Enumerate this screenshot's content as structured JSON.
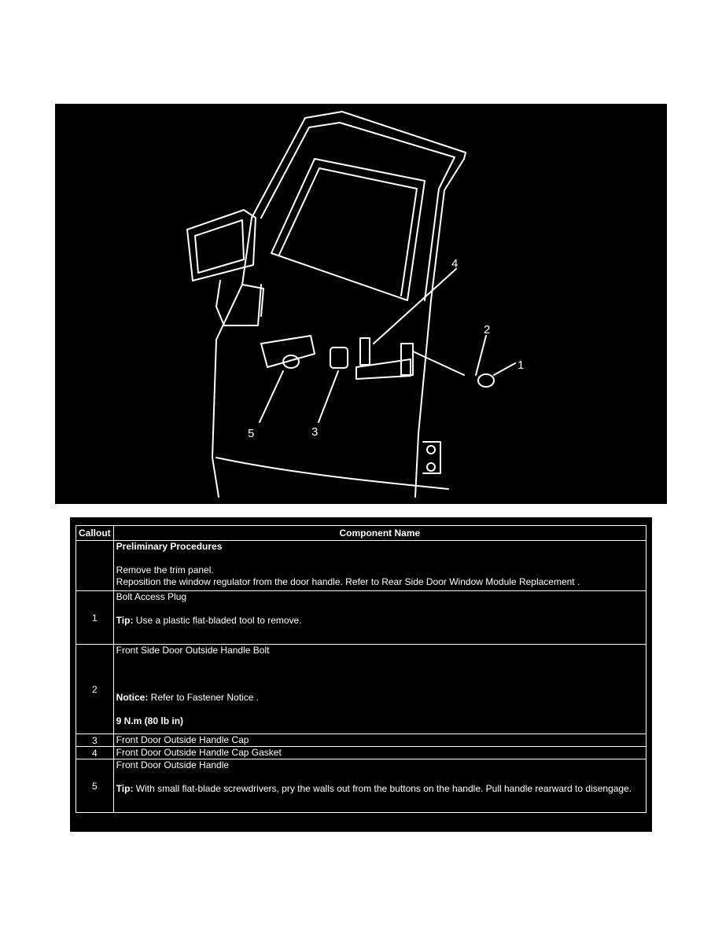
{
  "figure": {
    "callout_labels": [
      "1",
      "2",
      "3",
      "4",
      "5"
    ]
  },
  "table": {
    "headers": {
      "callout": "Callout",
      "component": "Component Name"
    },
    "preliminary": {
      "title": "Preliminary Procedures",
      "step1": "Remove the trim panel.",
      "step2": "Reposition the window regulator from the door handle. Refer to Rear Side Door Window Module Replacement ."
    },
    "rows": [
      {
        "callout": "1",
        "name": "Bolt Access Plug",
        "tip_label": "Tip:",
        "tip": " Use a plastic flat-bladed tool to remove."
      },
      {
        "callout": "2",
        "name": "Front Side Door Outside Handle Bolt",
        "notice_label": "Notice:",
        "notice": " Refer to Fastener Notice .",
        "torque": "9 N.m (80 lb in)"
      },
      {
        "callout": "3",
        "name": "Front Door Outside Handle Cap"
      },
      {
        "callout": "4",
        "name": "Front Door Outside Handle Cap Gasket"
      },
      {
        "callout": "5",
        "name": "Front Door Outside Handle",
        "tip_label": "Tip:",
        "tip": " With small flat-blade screwdrivers, pry the walls out from the buttons on the handle. Pull handle rearward to disengage."
      }
    ]
  }
}
